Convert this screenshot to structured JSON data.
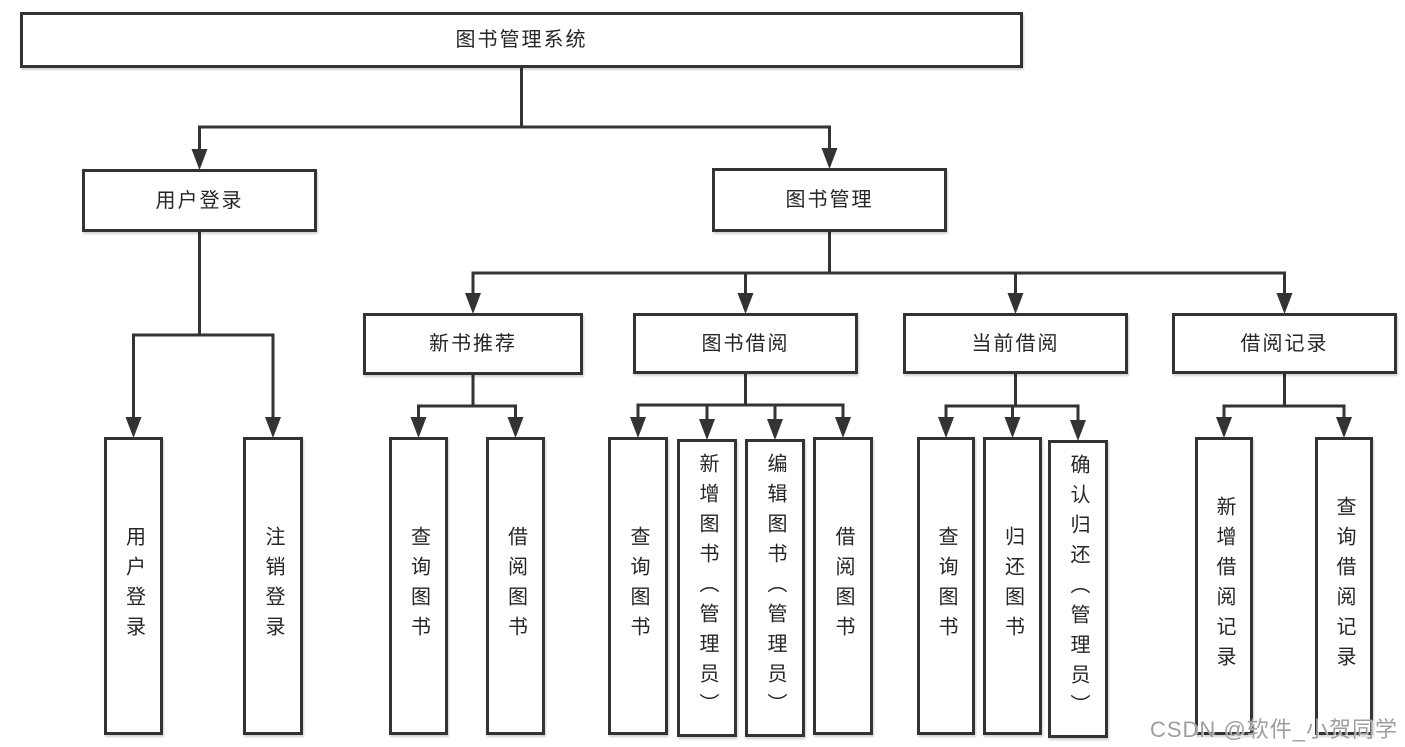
{
  "diagram_title": "图书管理系统",
  "watermark": "CSDN @软件_小贺同学",
  "colors": {
    "line": "#333333",
    "box_border": "#333333",
    "box_bg": "#ffffff",
    "text": "#262626",
    "watermark": "#9e9e9e",
    "background": "#ffffff"
  },
  "nodes": [
    {
      "id": "root",
      "label": "图书管理系统",
      "orientation": "horizontal"
    },
    {
      "id": "login",
      "label": "用户登录",
      "orientation": "horizontal"
    },
    {
      "id": "mgmt",
      "label": "图书管理",
      "orientation": "horizontal"
    },
    {
      "id": "rec",
      "label": "新书推荐",
      "orientation": "horizontal"
    },
    {
      "id": "borrow",
      "label": "图书借阅",
      "orientation": "horizontal"
    },
    {
      "id": "current",
      "label": "当前借阅",
      "orientation": "horizontal"
    },
    {
      "id": "records",
      "label": "借阅记录",
      "orientation": "horizontal"
    },
    {
      "id": "login-user",
      "label": "用户登录",
      "orientation": "vertical"
    },
    {
      "id": "login-logout",
      "label": "注销登录",
      "orientation": "vertical"
    },
    {
      "id": "rec-query",
      "label": "查询图书",
      "orientation": "vertical"
    },
    {
      "id": "rec-borrow",
      "label": "借阅图书",
      "orientation": "vertical"
    },
    {
      "id": "borrow-query",
      "label": "查询图书",
      "orientation": "vertical"
    },
    {
      "id": "borrow-add",
      "label": "新增图书（管理员）",
      "orientation": "vertical"
    },
    {
      "id": "borrow-edit",
      "label": "编辑图书（管理员）",
      "orientation": "vertical"
    },
    {
      "id": "borrow-leaf",
      "label": "借阅图书",
      "orientation": "vertical"
    },
    {
      "id": "cur-query",
      "label": "查询图书",
      "orientation": "vertical"
    },
    {
      "id": "cur-return",
      "label": "归还图书",
      "orientation": "vertical"
    },
    {
      "id": "cur-confirm",
      "label": "确认归还（管理员）",
      "orientation": "vertical"
    },
    {
      "id": "recs-add",
      "label": "新增借阅记录",
      "orientation": "vertical"
    },
    {
      "id": "recs-query",
      "label": "查询借阅记录",
      "orientation": "vertical"
    }
  ],
  "edges": [
    {
      "from": "root",
      "to": [
        "login",
        "mgmt"
      ]
    },
    {
      "from": "login",
      "to": [
        "login-user",
        "login-logout"
      ]
    },
    {
      "from": "mgmt",
      "to": [
        "rec",
        "borrow",
        "current",
        "records"
      ]
    },
    {
      "from": "rec",
      "to": [
        "rec-query",
        "rec-borrow"
      ]
    },
    {
      "from": "borrow",
      "to": [
        "borrow-query",
        "borrow-add",
        "borrow-edit",
        "borrow-leaf"
      ]
    },
    {
      "from": "current",
      "to": [
        "cur-query",
        "cur-return",
        "cur-confirm"
      ]
    },
    {
      "from": "records",
      "to": [
        "recs-add",
        "recs-query"
      ]
    }
  ]
}
